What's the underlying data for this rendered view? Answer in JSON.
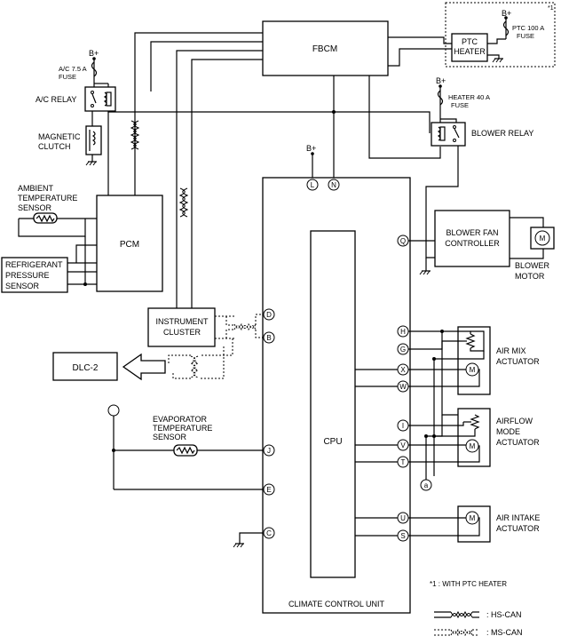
{
  "modules": {
    "fbcm": "FBCM",
    "pcm": "PCM",
    "ptc_heater": [
      "PTC",
      "HEATER"
    ],
    "instrument_cluster": [
      "INSTRUMENT",
      "CLUSTER"
    ],
    "dlc2": "DLC-2",
    "blower_fan_controller": [
      "BLOWER FAN",
      "CONTROLLER"
    ],
    "cpu": "CPU",
    "climate_control_unit": "CLIMATE CONTROL UNIT"
  },
  "labels": {
    "bplus": "B+",
    "ac_fuse": [
      "A/C 7.5 A",
      "FUSE"
    ],
    "ptc_fuse": [
      "PTC 100 A",
      "FUSE"
    ],
    "heater_fuse": [
      "HEATER 40 A",
      "FUSE"
    ],
    "ac_relay": "A/C RELAY",
    "magnetic_clutch": [
      "MAGNETIC",
      "CLUTCH"
    ],
    "ambient_sensor": [
      "AMBIENT",
      "TEMPERATURE",
      "SENSOR"
    ],
    "refrigerant_sensor": [
      "REFRIGERANT",
      "PRESSURE",
      "SENSOR"
    ],
    "blower_relay": "BLOWER RELAY",
    "blower_motor": [
      "BLOWER",
      "MOTOR"
    ],
    "air_mix_actuator": [
      "AIR MIX",
      "ACTUATOR"
    ],
    "airflow_mode_actuator": [
      "AIRFLOW",
      "MODE",
      "ACTUATOR"
    ],
    "air_intake_actuator": [
      "AIR INTAKE",
      "ACTUATOR"
    ],
    "evaporator_sensor": [
      "EVAPORATOR",
      "TEMPERATURE",
      "SENSOR"
    ],
    "motor_symbol": "M",
    "footnote_marker": "*1",
    "footnote": "*1 : WITH PTC HEATER",
    "legend_hs": ": HS-CAN",
    "legend_ms": ": MS-CAN",
    "connector_a": "a"
  },
  "pins": {
    "L": "L",
    "N": "N",
    "Q": "Q",
    "D": "D",
    "B": "B",
    "H": "H",
    "G": "G",
    "X": "X",
    "W": "W",
    "I": "I",
    "V": "V",
    "T": "T",
    "J": "J",
    "E": "E",
    "U": "U",
    "S": "S",
    "C": "C"
  }
}
